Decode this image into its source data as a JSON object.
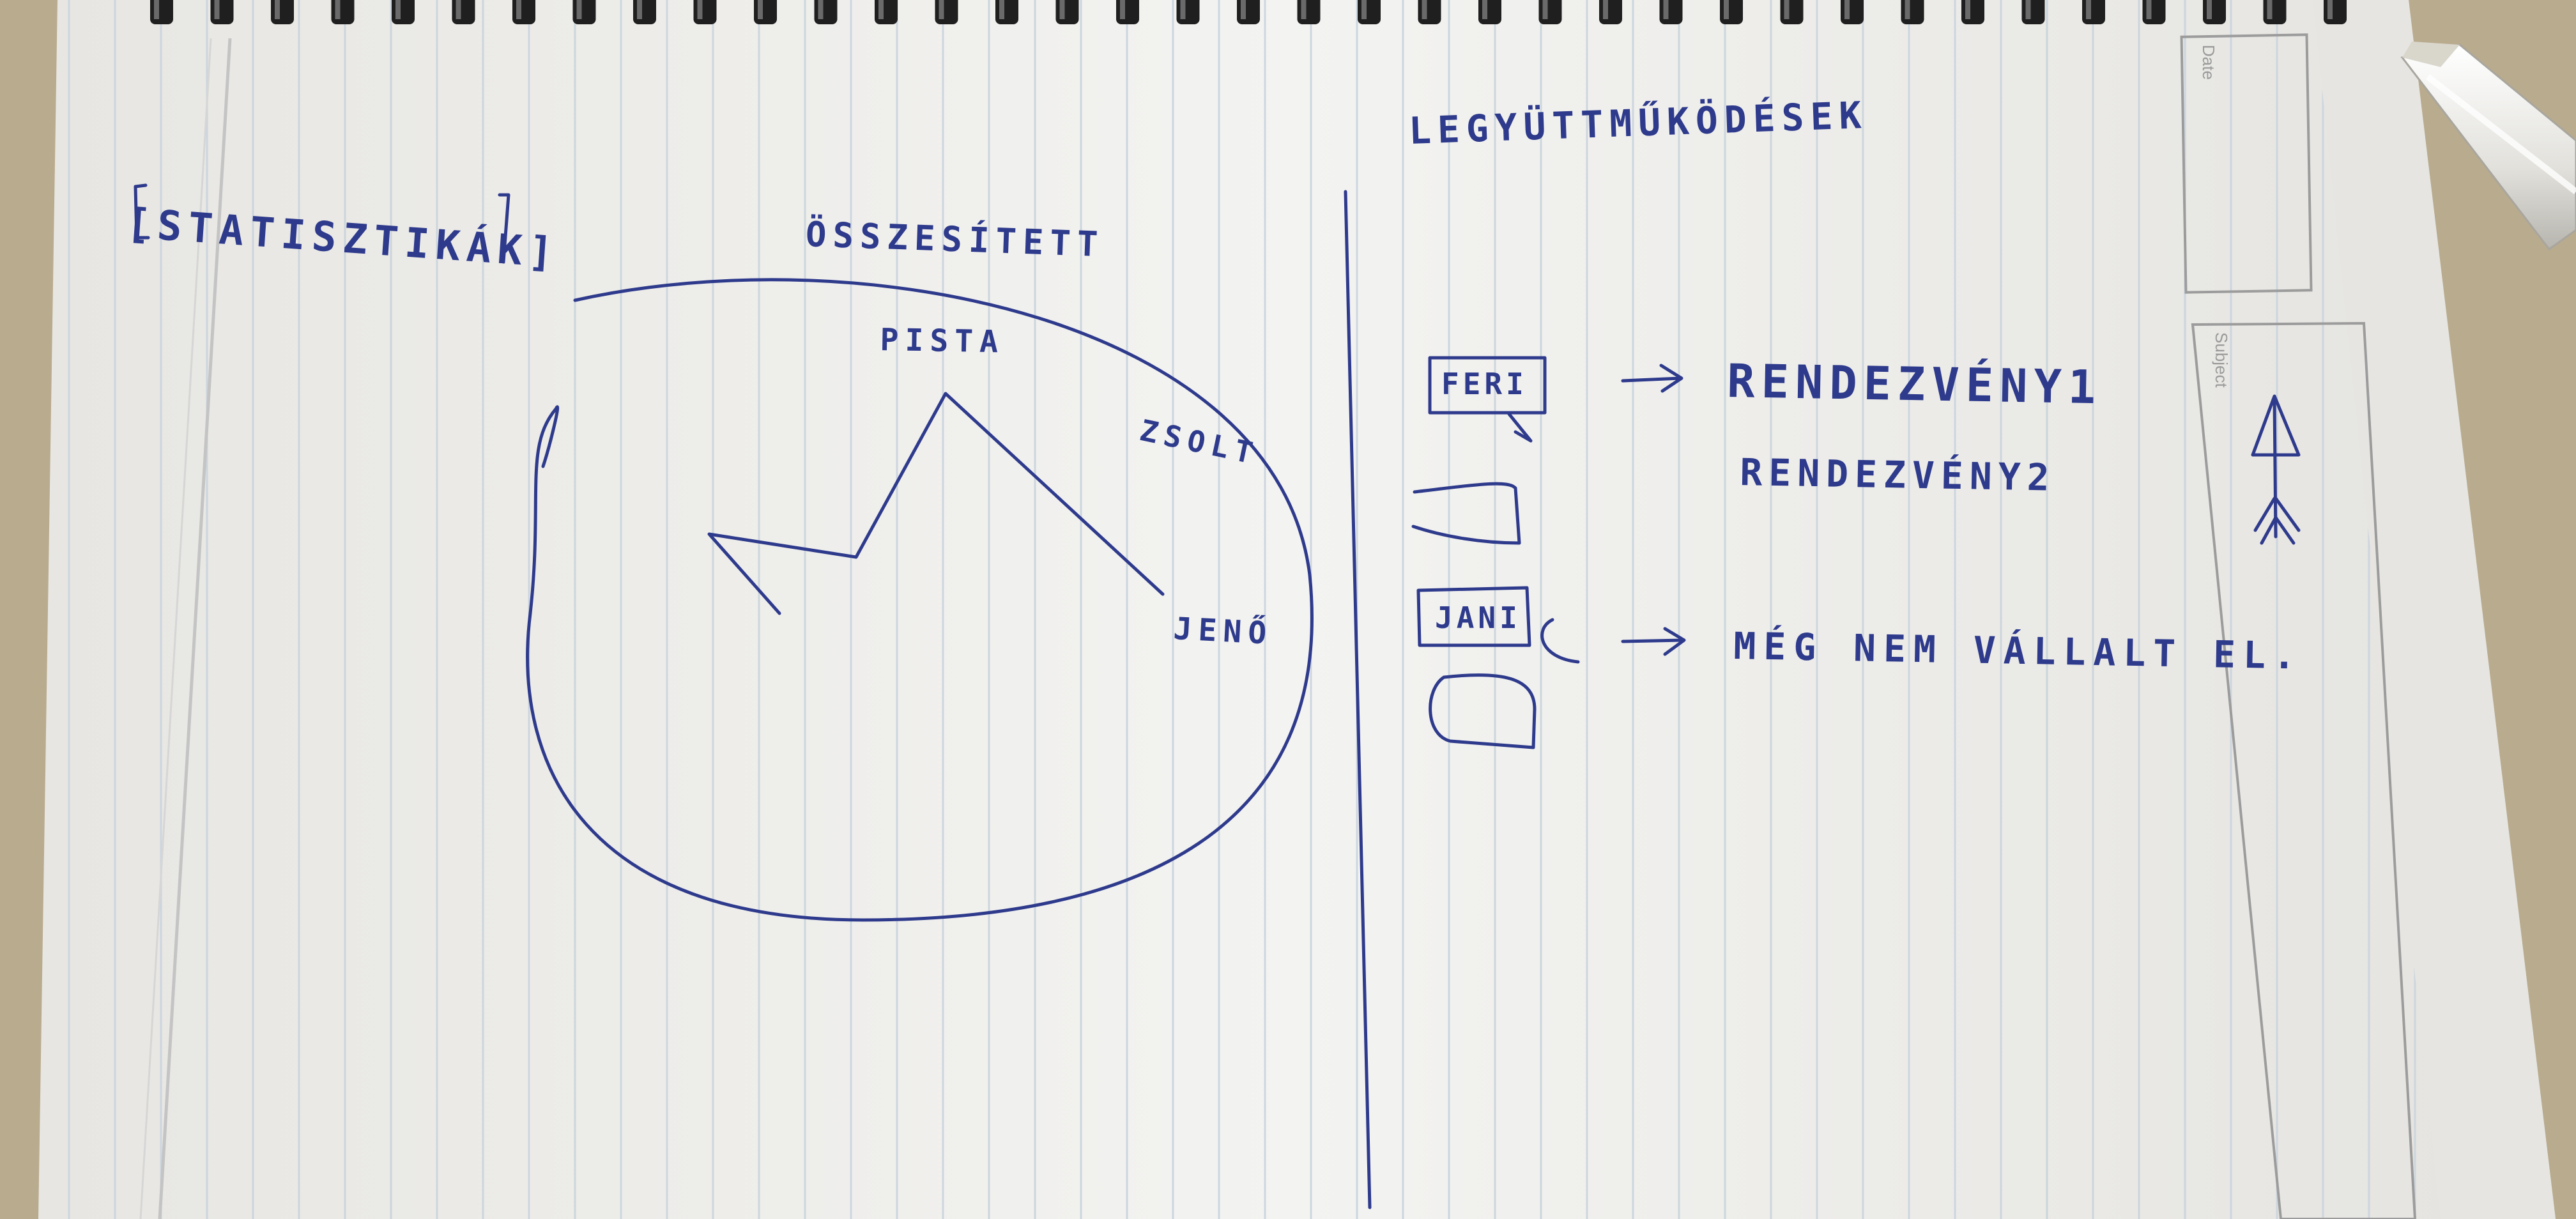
{
  "photo_subject": "handwritten UI sketch on a spiral notebook page",
  "colors": {
    "ink": "#2e3a8c",
    "paper": "#f1f1ef",
    "ruled_line": "#c9d3dd",
    "table": "#b9ab8e",
    "pen_body": "#ecebe6"
  },
  "notebook": {
    "printed_labels": {
      "date": "Date",
      "subject": "Subject"
    }
  },
  "sketch": {
    "left_panel": {
      "title": "[STATISZTIKÁK]",
      "circle_heading": "ÖSSZESÍTETT",
      "names": {
        "top": "PISTA",
        "right": "ZSOLT",
        "bottom_right": "JENŐ"
      }
    },
    "right_panel": {
      "title": "LEGYÜTTMŰKÖDÉSEK",
      "items": [
        {
          "name": "FERI",
          "result_lines": [
            "RENDEZVÉNY1",
            "RENDEZVÉNY2"
          ]
        },
        {
          "name": ""
        },
        {
          "name": "JANI",
          "result_lines": [
            "MÉG NEM VÁLLALT EL."
          ]
        },
        {
          "name": ""
        }
      ]
    },
    "margin_icon": "arrow-icon"
  }
}
